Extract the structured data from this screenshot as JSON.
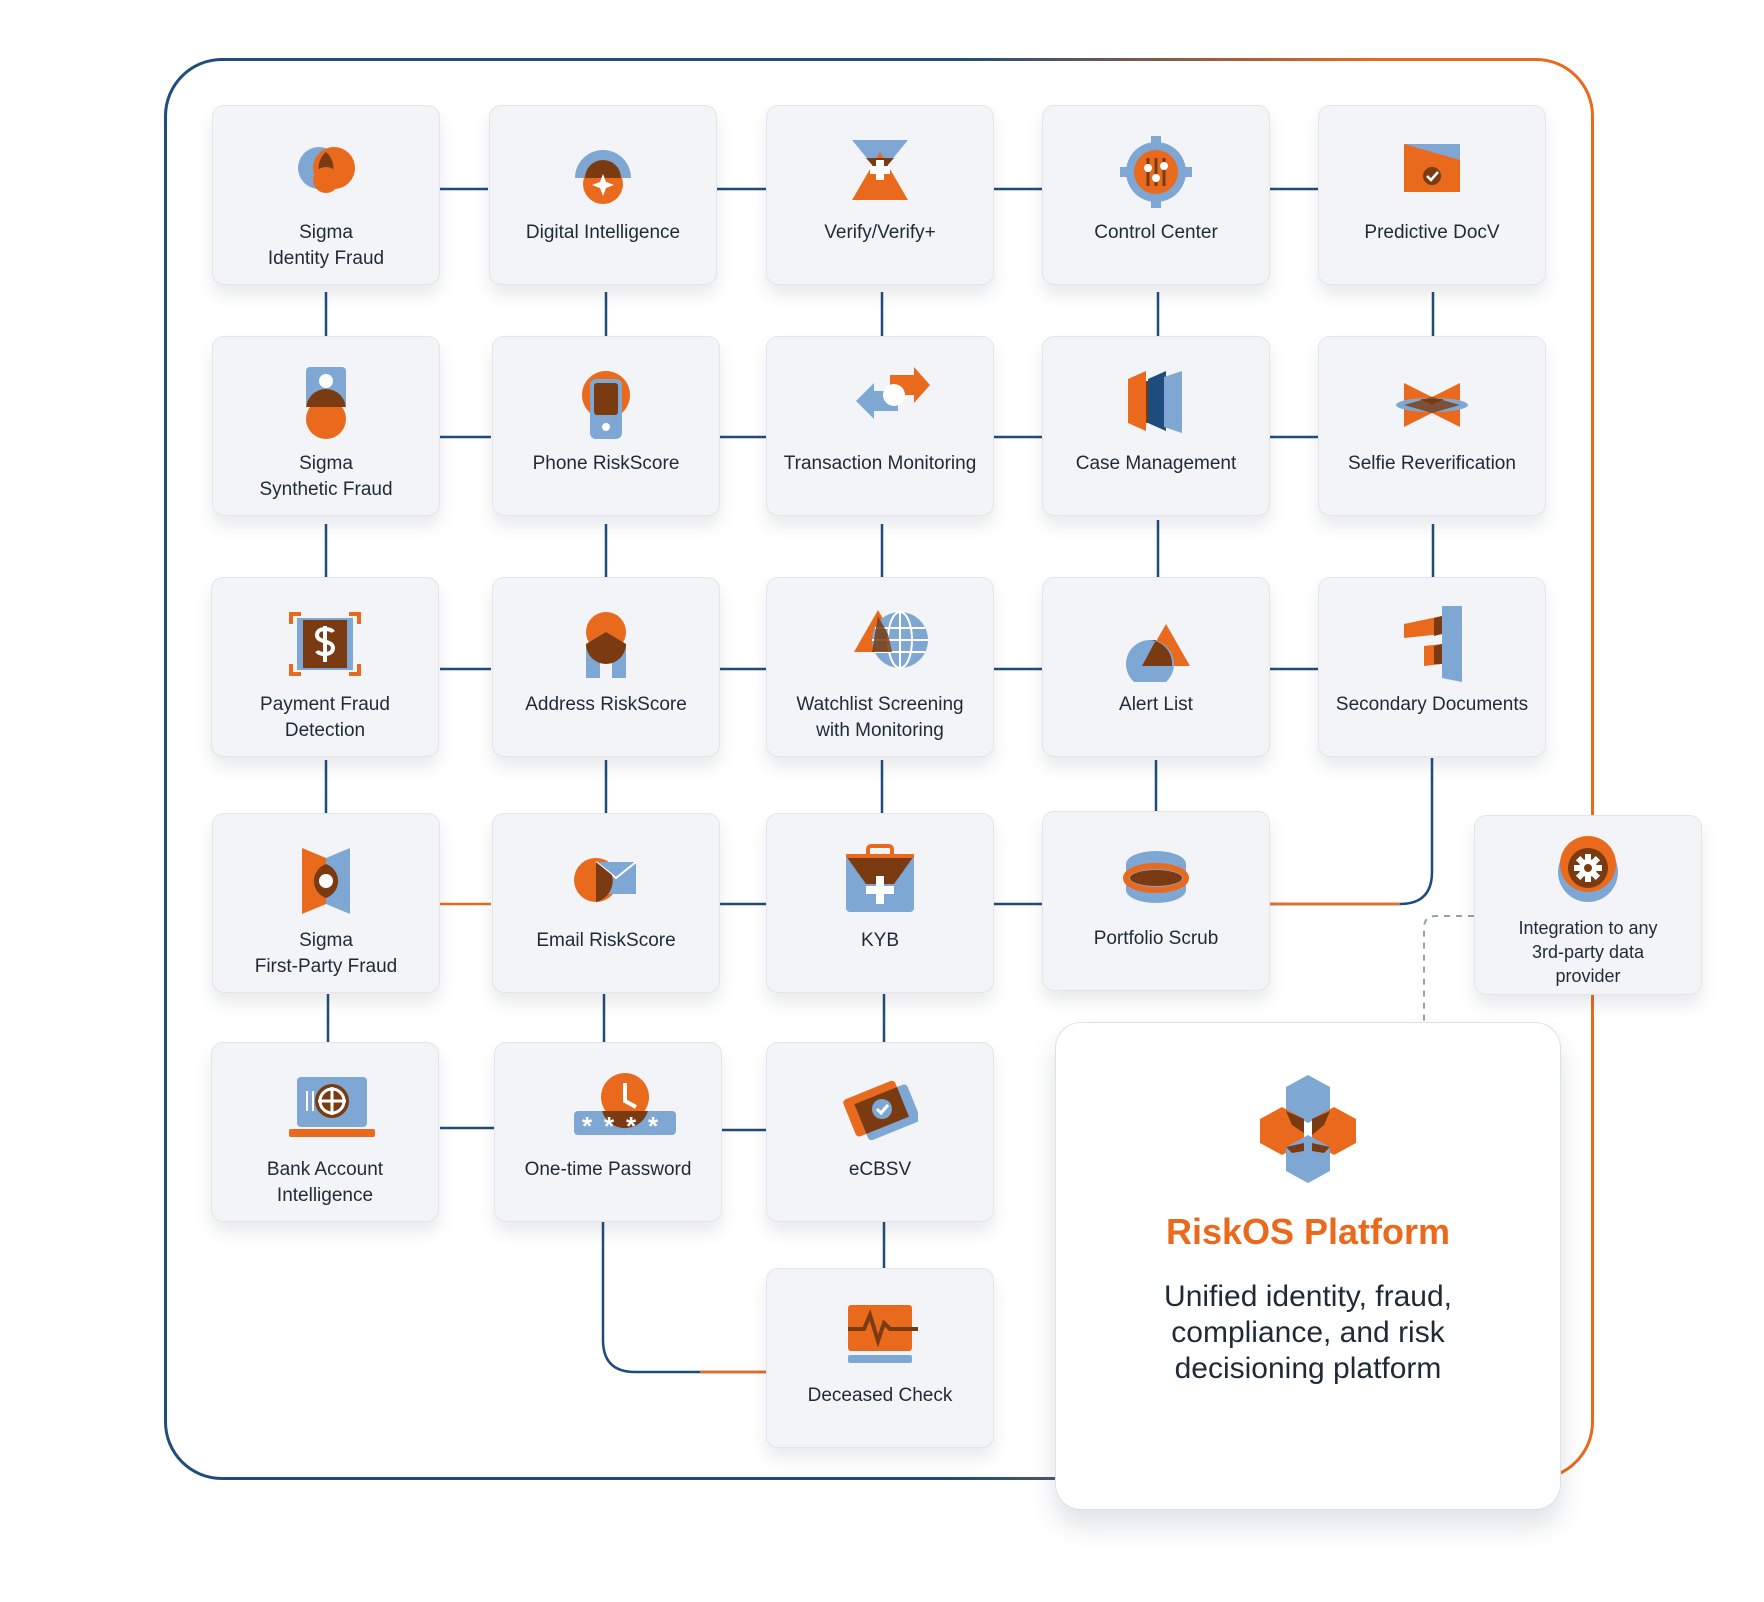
{
  "colors": {
    "navy": "#1e4d7b",
    "orange": "#ea6a1d",
    "light_blue": "#7fa7d4",
    "brown": "#7a3b12"
  },
  "modules": [
    {
      "id": "sigma-identity-fraud",
      "lines": [
        "Sigma",
        "Identity Fraud"
      ],
      "icon": "overlapping-circles-icon"
    },
    {
      "id": "digital-intelligence",
      "lines": [
        "Digital Intelligence"
      ],
      "icon": "sparkle-dome-icon"
    },
    {
      "id": "verify",
      "lines": [
        "Verify/Verify+"
      ],
      "icon": "hourglass-plus-icon"
    },
    {
      "id": "control-center",
      "lines": [
        "Control Center"
      ],
      "icon": "gear-sliders-icon"
    },
    {
      "id": "predictive-docv",
      "lines": [
        "Predictive DocV"
      ],
      "icon": "document-check-icon"
    },
    {
      "id": "sigma-synthetic-fraud",
      "lines": [
        "Sigma",
        "Synthetic Fraud"
      ],
      "icon": "person-badge-icon"
    },
    {
      "id": "phone-riskscore",
      "lines": [
        "Phone RiskScore"
      ],
      "icon": "phone-icon"
    },
    {
      "id": "transaction-monitoring",
      "lines": [
        "Transaction Monitoring"
      ],
      "icon": "transfer-arrows-icon"
    },
    {
      "id": "case-management",
      "lines": [
        "Case Management"
      ],
      "icon": "folders-icon"
    },
    {
      "id": "selfie-reverification",
      "lines": [
        "Selfie Reverification"
      ],
      "icon": "bowtie-icon"
    },
    {
      "id": "payment-fraud-detection",
      "lines": [
        "Payment Fraud",
        "Detection"
      ],
      "icon": "dollar-scan-icon"
    },
    {
      "id": "address-riskscore",
      "lines": [
        "Address RiskScore"
      ],
      "icon": "house-pin-icon"
    },
    {
      "id": "watchlist-screening",
      "lines": [
        "Watchlist Screening",
        "with Monitoring"
      ],
      "icon": "globe-triangle-icon"
    },
    {
      "id": "alert-list",
      "lines": [
        "Alert List"
      ],
      "icon": "circle-triangle-icon"
    },
    {
      "id": "secondary-documents",
      "lines": [
        "Secondary Documents"
      ],
      "icon": "stacked-pages-icon"
    },
    {
      "id": "sigma-first-party-fraud",
      "lines": [
        "Sigma",
        "First-Party Fraud"
      ],
      "icon": "split-eye-icon"
    },
    {
      "id": "email-riskscore",
      "lines": [
        "Email RiskScore"
      ],
      "icon": "envelope-icon"
    },
    {
      "id": "kyb",
      "lines": [
        "KYB"
      ],
      "icon": "briefcase-plus-icon"
    },
    {
      "id": "portfolio-scrub",
      "lines": [
        "Portfolio Scrub"
      ],
      "icon": "database-ring-icon"
    },
    {
      "id": "bank-account-intelligence",
      "lines": [
        "Bank Account",
        "Intelligence"
      ],
      "icon": "laptop-vault-icon"
    },
    {
      "id": "one-time-password",
      "lines": [
        "One-time Password"
      ],
      "icon": "clock-password-icon"
    },
    {
      "id": "ecbsv",
      "lines": [
        "eCBSV"
      ],
      "icon": "card-check-icon"
    },
    {
      "id": "deceased-check",
      "lines": [
        "Deceased Check"
      ],
      "icon": "heartbeat-monitor-icon"
    }
  ],
  "integration": {
    "lines": [
      "Integration to any",
      "3rd-party data",
      "provider"
    ],
    "icon": "gear-circle-icon"
  },
  "platform": {
    "title": "RiskOS Platform",
    "description": "Unified identity, fraud, compliance, and risk decisioning platform",
    "icon": "hex-cluster-logo-icon"
  }
}
